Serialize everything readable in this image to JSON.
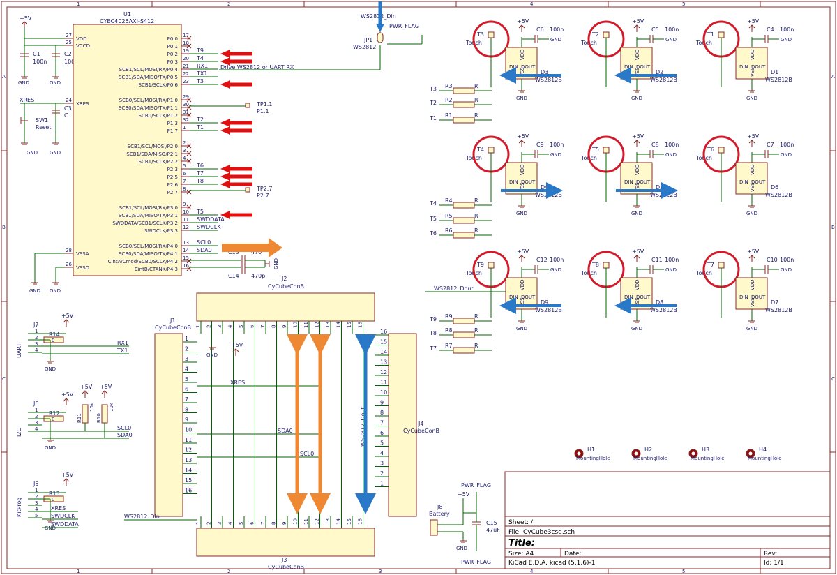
{
  "frame": {
    "cols": [
      "1",
      "2",
      "3",
      "4",
      "5"
    ],
    "rows": [
      "A",
      "B",
      "C"
    ]
  },
  "colors": {
    "wire": "#006400",
    "part_fill": "#fff9cc",
    "outline": "#8a2a2a",
    "label": "#1c1c6e",
    "red_mark": "#e01010",
    "blue_arrow": "#2a78c8",
    "orange_arrow": "#ee8833"
  },
  "u1": {
    "ref": "U1",
    "value": "CYBC4025AXI-S412",
    "left_pins": [
      {
        "num": "27",
        "name": "VDD"
      },
      {
        "num": "25",
        "name": "VCCD"
      },
      {
        "num": "24",
        "name": "XRES"
      },
      {
        "num": "28",
        "name": "VSSA"
      },
      {
        "num": "26",
        "name": "VSSD"
      }
    ],
    "right_pins": [
      {
        "num": "17",
        "name": "P0.0",
        "net": ""
      },
      {
        "num": "18",
        "name": "P0.1",
        "net": ""
      },
      {
        "num": "19",
        "name": "P0.2",
        "net": "T9"
      },
      {
        "num": "20",
        "name": "P0.3",
        "net": "T4"
      },
      {
        "num": "21",
        "name": "SCB1/SCL/MOSI/RX/P0.4",
        "net": "RX1"
      },
      {
        "num": "22",
        "name": "SCB1/SDA/MISO/TX/P0.5",
        "net": "TX1"
      },
      {
        "num": "23",
        "name": "SCB1/SCLK/P0.6",
        "net": "T3"
      },
      {
        "num": "29",
        "name": "SCB0/SCL/MOSI/RX/P1.0",
        "net": ""
      },
      {
        "num": "30",
        "name": "SCB0/SDA/MISO/TX/P1.1",
        "net": ""
      },
      {
        "num": "31",
        "name": "SCB0/SCLK/P1.2",
        "net": ""
      },
      {
        "num": "32",
        "name": "P1.3",
        "net": "T2"
      },
      {
        "num": "1",
        "name": "P1.7",
        "net": "T1"
      },
      {
        "num": "2",
        "name": "SCB1/SCL/MOSI/P2.0",
        "net": ""
      },
      {
        "num": "3",
        "name": "SCB1/SDA/MISO/P2.1",
        "net": ""
      },
      {
        "num": "4",
        "name": "SCB1/SCLK/P2.2",
        "net": ""
      },
      {
        "num": "5",
        "name": "P2.3",
        "net": "T6"
      },
      {
        "num": "6",
        "name": "P2.5",
        "net": "T7"
      },
      {
        "num": "7",
        "name": "P2.6",
        "net": "T8"
      },
      {
        "num": "8",
        "name": "P2.7",
        "net": ""
      },
      {
        "num": "9",
        "name": "SCB1/SCL/MOSI/RX/P3.0",
        "net": ""
      },
      {
        "num": "10",
        "name": "SCB1/SDA/MISO/TX/P3.1",
        "net": "T5"
      },
      {
        "num": "11",
        "name": "SWDDATA/SCB1/SCLK/P3.2",
        "net": "SWDDATA"
      },
      {
        "num": "12",
        "name": "SWDCLK/P3.3",
        "net": "SWDCLK"
      },
      {
        "num": "13",
        "name": "SCB0/SCL/MOSI/RX/P4.0",
        "net": "SCL0"
      },
      {
        "num": "14",
        "name": "SCB0/SDA/MISO/TX/P4.1",
        "net": "SDA0"
      },
      {
        "num": "15",
        "name": "CintA/Cmod/SCB0/SCLK/P4.2",
        "net": ""
      },
      {
        "num": "16",
        "name": "CintB/CTANK/P4.3",
        "net": ""
      }
    ]
  },
  "labels": {
    "plus5v": "+5V",
    "gnd": "GND",
    "c1": "C1",
    "c1v": "100n",
    "c2": "C2",
    "c2v": "100",
    "c3": "C3",
    "c3v": "C",
    "xres": "XRES",
    "sw1": "SW1",
    "sw1v": "Reset",
    "drive_note": "Drive WS2812 or UART RX",
    "tp1": "TP1.1",
    "tp1v": "P1.1",
    "tp2": "TP2.7",
    "tp2v": "P2.7",
    "c13": "C13",
    "c13v": "470",
    "c14": "C14",
    "c14v": "470p",
    "ws2812_din": "WS2812_Din",
    "ws2812_dout": "WS2812_Dout",
    "pwr_flag": "PWR_FLAG",
    "jp1": "JP1",
    "jp1v": "WS2812"
  },
  "touch_pads": [
    {
      "ref": "T3",
      "val": "Touch"
    },
    {
      "ref": "T2",
      "val": "Touch"
    },
    {
      "ref": "T1",
      "val": "Touch"
    },
    {
      "ref": "T4",
      "val": "Touch"
    },
    {
      "ref": "T5",
      "val": "Touch"
    },
    {
      "ref": "T6",
      "val": "Touch"
    },
    {
      "ref": "T9",
      "val": "Touch"
    },
    {
      "ref": "T8",
      "val": "Touch"
    },
    {
      "ref": "T7",
      "val": "Touch"
    }
  ],
  "leds": [
    {
      "ref": "D3",
      "val": "WS2812B"
    },
    {
      "ref": "D2",
      "val": "WS2812B"
    },
    {
      "ref": "D1",
      "val": "WS2812B"
    },
    {
      "ref": "D4",
      "val": "WS2812B"
    },
    {
      "ref": "D5",
      "val": "WS2812B"
    },
    {
      "ref": "D6",
      "val": "WS2812B"
    },
    {
      "ref": "D9",
      "val": "WS2812B"
    },
    {
      "ref": "D8",
      "val": "WS2812B"
    },
    {
      "ref": "D7",
      "val": "WS2812B"
    }
  ],
  "led_pins": {
    "vdd": "VDD",
    "vss": "VSS",
    "din": "DIN",
    "dout": "DOUT"
  },
  "led_caps": [
    {
      "ref": "C6",
      "val": "100n"
    },
    {
      "ref": "C5",
      "val": "100n"
    },
    {
      "ref": "C4",
      "val": "100n"
    },
    {
      "ref": "C9",
      "val": "100n"
    },
    {
      "ref": "C8",
      "val": "100n"
    },
    {
      "ref": "C7",
      "val": "100n"
    },
    {
      "ref": "C12",
      "val": "100n"
    },
    {
      "ref": "C11",
      "val": "100n"
    },
    {
      "ref": "C10",
      "val": "100n"
    }
  ],
  "resistors": [
    {
      "net": "T3",
      "ref": "R3",
      "val": "R"
    },
    {
      "net": "T2",
      "ref": "R2",
      "val": "R"
    },
    {
      "net": "T1",
      "ref": "R1",
      "val": "R"
    },
    {
      "net": "T4",
      "ref": "R4",
      "val": "R"
    },
    {
      "net": "T5",
      "ref": "R5",
      "val": "R"
    },
    {
      "net": "T6",
      "ref": "R6",
      "val": "R"
    },
    {
      "net": "T9",
      "ref": "R9",
      "val": "R"
    },
    {
      "net": "T8",
      "ref": "R8",
      "val": "R"
    },
    {
      "net": "T7",
      "ref": "R7",
      "val": "R"
    }
  ],
  "j7": {
    "ref": "J7",
    "side": "UART",
    "r": "R14",
    "rv": "0",
    "nets": [
      "RX1",
      "TX1"
    ]
  },
  "j6": {
    "ref": "J6",
    "side": "I2C",
    "r": "R12",
    "rv": "0",
    "r11": "R11",
    "r11v": "10k",
    "r10": "R10",
    "r10v": "10k",
    "nets": [
      "SCL0",
      "SDA0"
    ]
  },
  "j5": {
    "ref": "J5",
    "side": "KitProg",
    "r": "R13",
    "rv": "0",
    "nets": [
      "XRES",
      "SWDCLK",
      "SWDDATA"
    ]
  },
  "pins_generic": [
    "1",
    "2",
    "3",
    "4",
    "5"
  ],
  "j1": {
    "ref": "J1",
    "val": "CyCubeConB"
  },
  "j2": {
    "ref": "J2",
    "val": "CyCubeConB"
  },
  "j3": {
    "ref": "J3",
    "val": "CyCubeConB"
  },
  "j4": {
    "ref": "J4",
    "val": "CyCubeConB"
  },
  "con_pins": [
    "1",
    "2",
    "3",
    "4",
    "5",
    "6",
    "7",
    "8",
    "9",
    "10",
    "11",
    "12",
    "13",
    "14",
    "15",
    "16"
  ],
  "con_nets": {
    "xres": "XRES",
    "sda": "SDA0",
    "scl": "SCL0",
    "dout": "WS2812_Dout"
  },
  "mounting": [
    {
      "ref": "H1",
      "val": "MountingHole"
    },
    {
      "ref": "H2",
      "val": "MountingHole"
    },
    {
      "ref": "H3",
      "val": "MountingHole"
    },
    {
      "ref": "H4",
      "val": "MountingHole"
    }
  ],
  "j8": {
    "ref": "J8",
    "val": "Battery",
    "c15": "C15",
    "c15v": "47uF"
  },
  "title_block": {
    "sheet": "Sheet: /",
    "file": "File: CyCube3csd.sch",
    "title": "Title:",
    "size": "Size: A4",
    "date": "Date:",
    "rev": "Rev:",
    "kicad": "KiCad E.D.A.  kicad (5.1.6)-1",
    "id": "Id: 1/1"
  }
}
